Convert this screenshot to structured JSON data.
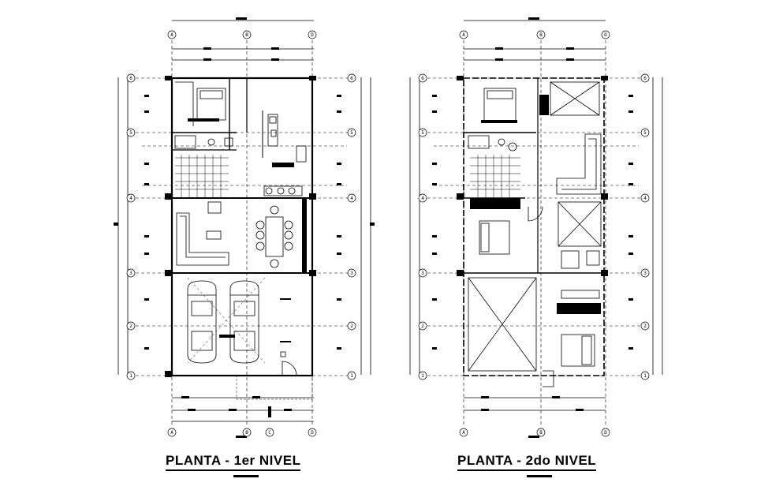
{
  "plans": [
    {
      "title": "PLANTA - 1er NIVEL",
      "top_axes": [
        "A",
        "B",
        "D"
      ],
      "bottom_axes": [
        "A",
        "B",
        "C",
        "D"
      ],
      "row_axes": [
        "6",
        "5",
        "4",
        "3",
        "2",
        "1"
      ]
    },
    {
      "title": "PLANTA - 2do NIVEL",
      "top_axes": [
        "A",
        "B",
        "D"
      ],
      "bottom_axes": [
        "A",
        "B",
        "D"
      ],
      "row_axes": [
        "6",
        "5",
        "4",
        "3",
        "2",
        "1"
      ]
    }
  ],
  "colors": {
    "line": "#000000",
    "background": "#ffffff"
  }
}
